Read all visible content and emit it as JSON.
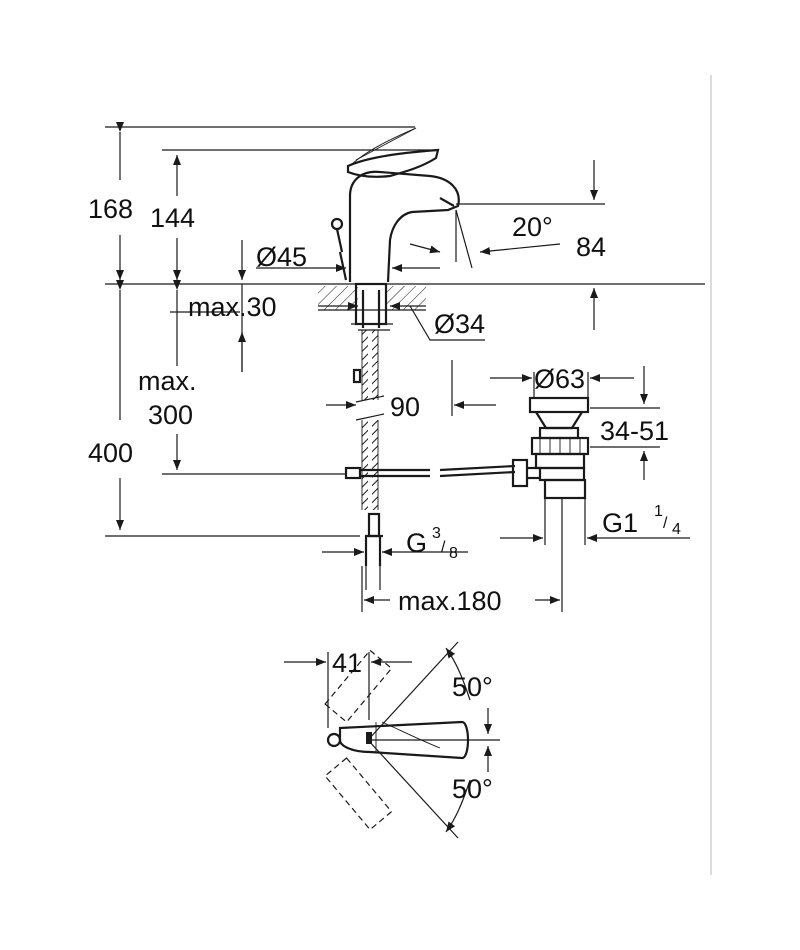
{
  "colors": {
    "line": "#1a1a1a",
    "background": "#ffffff",
    "border": "#d0d0d0"
  },
  "labels": {
    "h168": "168",
    "h144": "144",
    "d45": "Ø45",
    "max30": "max.30",
    "d34": "Ø34",
    "angle20": "20°",
    "dim84": "84",
    "max": "max.",
    "v300": "300",
    "h400": "400",
    "dim90": "90",
    "d63": "Ø63",
    "range3451": "34-51",
    "g_prefix": "G",
    "g_num": "3",
    "g_den": "8",
    "g1_prefix": "G1",
    "g1_num": "1",
    "g1_den": "4",
    "max180": "max.180",
    "dim41": "41",
    "angle50_top": "50°",
    "angle50_bottom": "50°"
  }
}
